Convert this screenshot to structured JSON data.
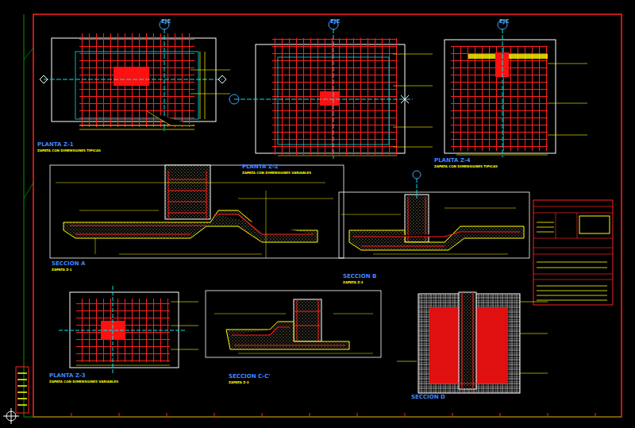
{
  "diagram": {
    "labels": [
      "EJE",
      "EJE",
      "EJE",
      "PLANTA Z-1",
      "ZAPATA CON DIMENSIONES TIPICAS",
      "PLANTA Z-2",
      "ZAPATA CON DIMENSIONES VARIABLES",
      "PLANTA Z-4",
      "ZAPATA CON DIMENSIONES TIPICAS",
      "SECCION A",
      "ZAPATA Z-1",
      "SECCION B",
      "ZAPATA Z-2",
      "PLANTA Z-3",
      "ZAPATA CON DIMENSIONES VARIABLES",
      "SECCION C-C'",
      "ZAPATA Z-3",
      "SECCION D"
    ]
  }
}
